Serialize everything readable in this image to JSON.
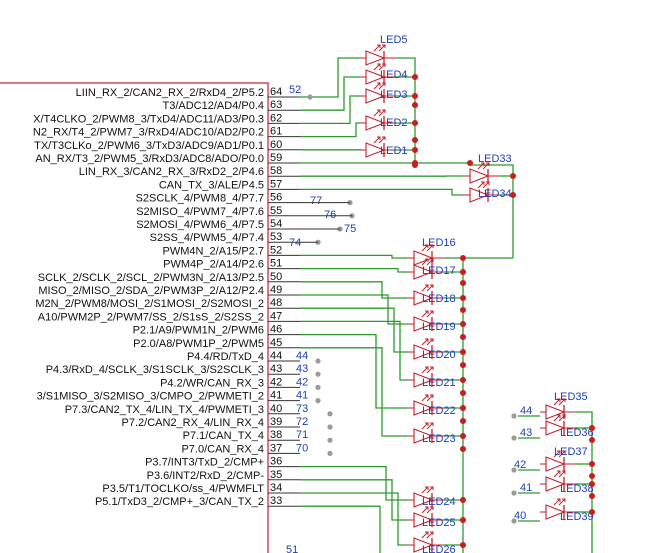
{
  "colors": {
    "wire": "#2e9a2e",
    "component": "#c0202a",
    "junction": "#c81e1e",
    "text": "#111111",
    "net_label": "#1f3fb3",
    "highlight_pin": "#e01e1e",
    "no_connect": "#9a9a9a"
  },
  "chip_pins": [
    {
      "label": "LIIN_RX_2/CAN2_RX_2/RxD4_2/P5.2",
      "pin": "64",
      "net": "52"
    },
    {
      "label": "T3/ADC12/AD4/P0.4",
      "pin": "63",
      "net": ""
    },
    {
      "label": "X/T4CLKO_2/PWM8_3/TxD4/ADC11/AD3/P0.3",
      "pin": "62",
      "net": ""
    },
    {
      "label": "N2_RX/T4_2/PWM7_3/RxD4/ADC10/AD2/P0.2",
      "pin": "61",
      "net": ""
    },
    {
      "label": "TX/T3CLKo_2/PWM6_3/TxD3/ADC9/AD1/P0.1",
      "pin": "60",
      "net": ""
    },
    {
      "label": "AN_RX/T3_2/PWM5_3/RxD3/ADC8/ADO/P0.0",
      "pin": "59",
      "net": "",
      "highlight": true
    },
    {
      "label": "LIN_RX_3/CAN2_RX_3/RxD2_2/P4.6",
      "pin": "58",
      "net": ""
    },
    {
      "label": "CAN_TX_3/ALE/P4.5",
      "pin": "57",
      "net": ""
    },
    {
      "label": "S2SCLK_4/PWM8_4/P7.7",
      "pin": "56",
      "net": "77"
    },
    {
      "label": "S2MISO_4/PWM7_4/P7.6",
      "pin": "55",
      "net": "76"
    },
    {
      "label": "S2MOSI_4/PWM6_4/P7.5",
      "pin": "54",
      "net": "75"
    },
    {
      "label": "S2SS_4/PWM5_4/P7.4",
      "pin": "53",
      "net": "74"
    },
    {
      "label": "PWM4N_2/A15/P2.7",
      "pin": "52",
      "net": ""
    },
    {
      "label": "PWM4P_2/A14/P2.6",
      "pin": "51",
      "net": ""
    },
    {
      "label": "SCLK_2/SCLK_2/SCL_2/PWM3N_2/A13/P2.5",
      "pin": "50",
      "net": ""
    },
    {
      "label": "MISO_2/MISO_2/SDA_2/PWM3P_2/A12/P2.4",
      "pin": "49",
      "net": ""
    },
    {
      "label": "M2N_2/PWM8/MOSI_2/S1MOSI_2/S2MOSI_2",
      "pin": "48",
      "net": ""
    },
    {
      "label": "A10/PWM2P_2/PWM7/SS_2/S1sS_2/S2SS_2",
      "pin": "47",
      "net": ""
    },
    {
      "label": "P2.1/A9/PWM1N_2/PWM6",
      "pin": "46",
      "net": ""
    },
    {
      "label": "P2.0/A8/PWM1P_2/PWM5",
      "pin": "45",
      "net": ""
    },
    {
      "label": "P4.4/RD/TxD_4",
      "pin": "44",
      "net": "44"
    },
    {
      "label": "P4.3/RxD_4/SCLK_3/S1SCLK_3/S2SCLK_3",
      "pin": "43",
      "net": "43"
    },
    {
      "label": "P4.2/WR/CAN_RX_3",
      "pin": "42",
      "net": "42"
    },
    {
      "label": "3/S1MISO_3/S2MISO_3/CMPO_2/PWMETI_2",
      "pin": "41",
      "net": "41"
    },
    {
      "label": "P7.3/CAN2_TX_4/LIN_TX_4/PWMETI_3",
      "pin": "40",
      "net": "73"
    },
    {
      "label": "P7.2/CAN2_RX_4/LIN_RX_4",
      "pin": "39",
      "net": "72"
    },
    {
      "label": "P7.1/CAN_TX_4",
      "pin": "38",
      "net": "71"
    },
    {
      "label": "P7.0/CAN_RX_4",
      "pin": "37",
      "net": "70"
    },
    {
      "label": "P3.7/INT3/TxD_2/CMP+",
      "pin": "36",
      "net": ""
    },
    {
      "label": "P3.6/INT2/RxD_2/CMP-",
      "pin": "35",
      "net": ""
    },
    {
      "label": "P3.5/T1/TOCLKO/ss_4/PWMFLT",
      "pin": "34",
      "net": ""
    },
    {
      "label": "P5.1/TxD3_2/CMP+_3/CAN_TX_2",
      "pin": "33",
      "net": ""
    }
  ],
  "extra_net_labels": [
    "51"
  ],
  "leds": [
    {
      "name": "LED5"
    },
    {
      "name": "LED4"
    },
    {
      "name": "LED3"
    },
    {
      "name": "LED2"
    },
    {
      "name": "LED1"
    },
    {
      "name": "LED33"
    },
    {
      "name": "LED34"
    },
    {
      "name": "LED16"
    },
    {
      "name": "LED17"
    },
    {
      "name": "LED18"
    },
    {
      "name": "LED19"
    },
    {
      "name": "LED20"
    },
    {
      "name": "LED21"
    },
    {
      "name": "LED22"
    },
    {
      "name": "LED23"
    },
    {
      "name": "LED24"
    },
    {
      "name": "LED25"
    },
    {
      "name": "LED26"
    },
    {
      "name": "LED35"
    },
    {
      "name": "LED36"
    },
    {
      "name": "LED37"
    },
    {
      "name": "LED38"
    },
    {
      "name": "LED39"
    }
  ],
  "right_net_labels": [
    "44",
    "43",
    "42",
    "41",
    "40"
  ]
}
